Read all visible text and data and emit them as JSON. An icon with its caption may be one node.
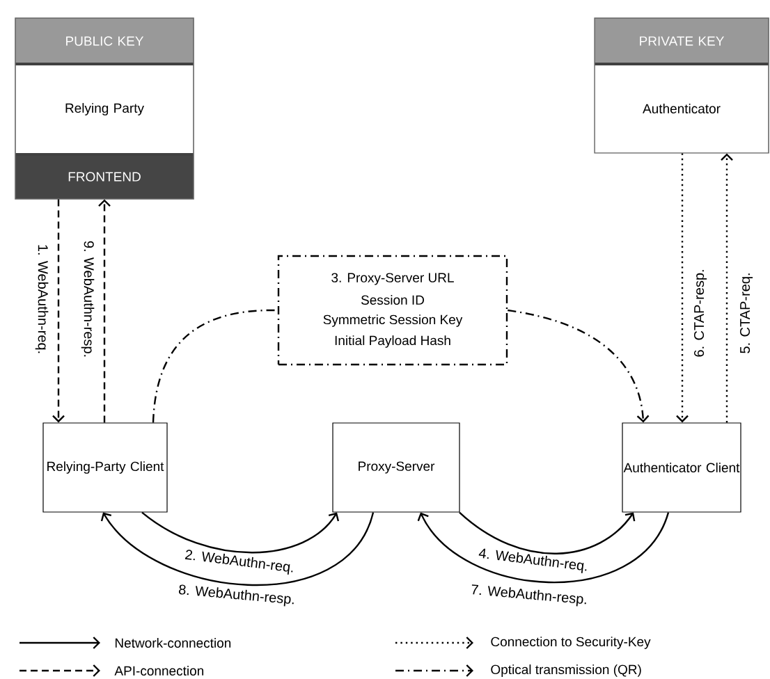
{
  "diagram": {
    "nodes": [
      {
        "text": [
          "PUBLIC KEY",
          "Relying Party",
          "FRONTEND"
        ]
      },
      {
        "text": [
          "PRIVATE KEY",
          "Authenticator"
        ]
      },
      {
        "text": [
          "3. Proxy-Server URL",
          "Session ID",
          "Symmetric Session Key",
          "Initial Payload Hash"
        ]
      },
      {
        "text": [
          "Relying-Party Client"
        ]
      },
      {
        "text": [
          "Proxy-Server"
        ]
      },
      {
        "text": [
          "Authenticator Client"
        ]
      }
    ],
    "edges": [
      {
        "from": 0,
        "to": 3,
        "arrow": "to",
        "style": "dashed",
        "label": "1. WebAuthn-req."
      },
      {
        "from": 3,
        "to": 0,
        "arrow": "to",
        "style": "dashed",
        "label": "9. WebAuthn-resp."
      },
      {
        "from": 3,
        "to": 2,
        "arrow": "none",
        "style": "dashed"
      },
      {
        "from": 2,
        "to": 5,
        "arrow": "to",
        "style": "dashed"
      },
      {
        "from": 3,
        "to": 4,
        "arrow": "to",
        "label": "2. WebAuthn-req."
      },
      {
        "from": 4,
        "to": 3,
        "arrow": "to",
        "label": "8. WebAuthn-resp."
      },
      {
        "from": 4,
        "to": 5,
        "arrow": "to",
        "label": "4. WebAuthn-req."
      },
      {
        "from": 5,
        "to": 4,
        "arrow": "to",
        "label": "7. WebAuthn-resp."
      },
      {
        "from": 1,
        "to": 5,
        "arrow": "to",
        "style": "dashed",
        "label": "6. CTAP-resp."
      },
      {
        "from": 5,
        "to": 1,
        "arrow": "to",
        "style": "dashed",
        "label": "5. CTAP-req."
      }
    ],
    "legend": [
      {
        "text": "Network-connection"
      },
      {
        "text": "API-connection"
      },
      {
        "text": "Connection to Security-Key"
      },
      {
        "text": "Optical transmission (QR)"
      }
    ]
  }
}
